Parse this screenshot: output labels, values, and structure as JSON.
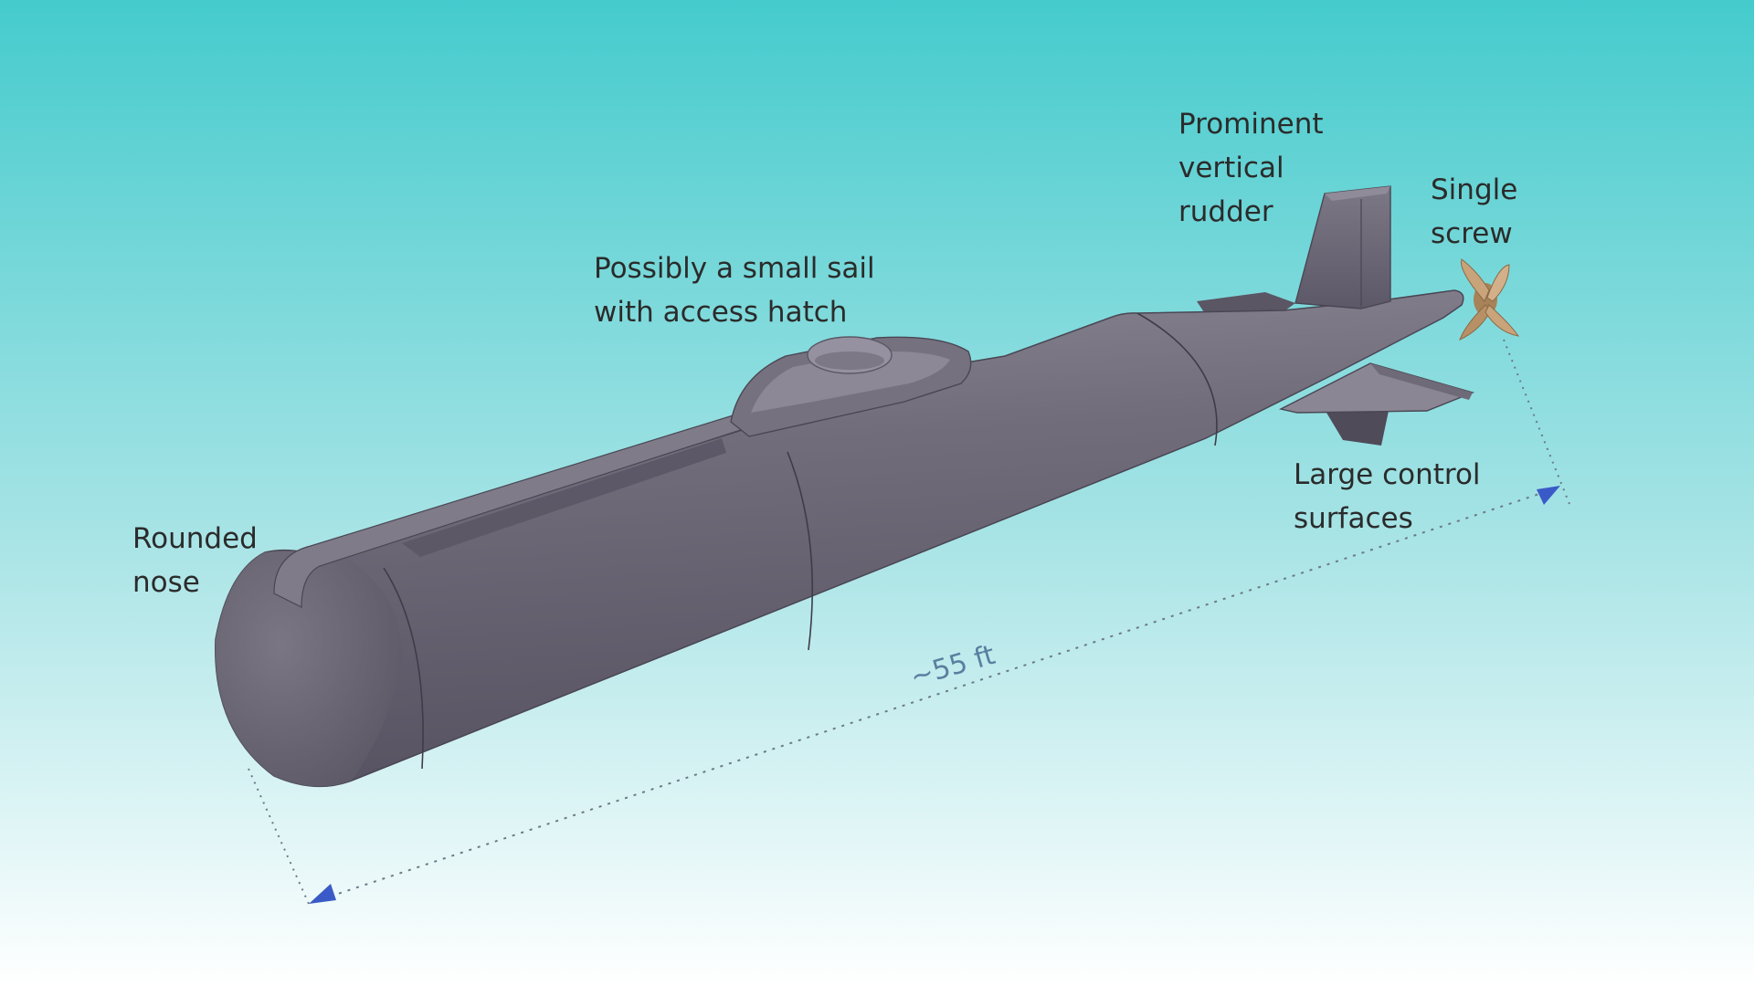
{
  "labels": {
    "nose": {
      "line1": "Rounded",
      "line2": "nose"
    },
    "sail": {
      "line1": "Possibly a small sail",
      "line2": "with access hatch"
    },
    "rudder": {
      "line1": "Prominent",
      "line2": "vertical",
      "line3": "rudder"
    },
    "screw": {
      "line1": "Single",
      "line2": "screw"
    },
    "fins": {
      "line1": "Large control",
      "line2": "surfaces"
    }
  },
  "dimension": {
    "length_text": "~55 ft"
  },
  "colors": {
    "background_top": "#45cbcd",
    "background_bottom": "#ffffff",
    "hull": "#6e6a78",
    "hull_shadow": "#4f4b59",
    "propeller": "#c9a37a",
    "dimension_line": "#6b7a86",
    "dimension_arrow": "#3a5bc7",
    "dimension_text": "#5a7fa0",
    "label_text": "#2b2b2b"
  }
}
